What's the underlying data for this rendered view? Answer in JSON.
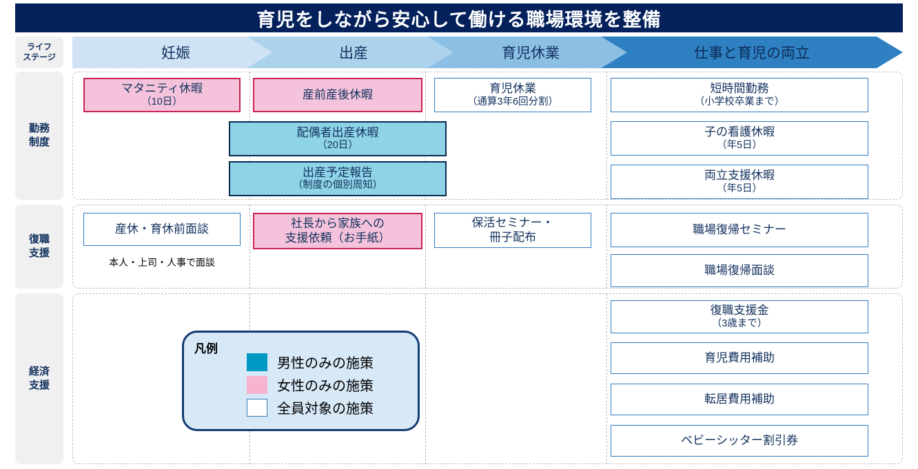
{
  "title": "育児をしながら安心して働ける職場環境を整備",
  "lifestage": {
    "label": "ライフ\nステージ",
    "label_line1": "ライフ",
    "label_line2": "ステージ",
    "stages": [
      {
        "name": "妊娠",
        "color": "#CFE3F4"
      },
      {
        "name": "出産",
        "color": "#ADD2EC"
      },
      {
        "name": "育児休業",
        "color": "#8BBFE4"
      },
      {
        "name": "仕事と育児の両立",
        "color": "#2E80C2"
      }
    ]
  },
  "rows": [
    {
      "label_line1": "勤務",
      "label_line2": "制度",
      "items": [
        {
          "line1": "マタニティ休暇",
          "line2": "（10日）",
          "type": "pink"
        },
        {
          "line1": "産前産後休暇",
          "line2": "",
          "type": "pink"
        },
        {
          "line1": "育児休業",
          "line2": "（通算3年6回分割）",
          "type": "white"
        },
        {
          "line1": "短時間勤務",
          "line2": "（小学校卒業まで）",
          "type": "white"
        },
        {
          "line1": "配偶者出産休暇",
          "line2": "（20日）",
          "type": "blue"
        },
        {
          "line1": "子の看護休暇",
          "line2": "（年5日）",
          "type": "white"
        },
        {
          "line1": "出産予定報告",
          "line2": "（制度の個別周知）",
          "type": "blue"
        },
        {
          "line1": "両立支援休暇",
          "line2": "（年5日）",
          "type": "white"
        }
      ]
    },
    {
      "label_line1": "復職",
      "label_line2": "支援",
      "items": [
        {
          "line1": "産休・育休前面談",
          "line2": "",
          "type": "white"
        },
        {
          "line1": "社長から家族への",
          "line2": "支援依頼（お手紙）",
          "type": "pink"
        },
        {
          "line1": "保活セミナー・",
          "line2": "冊子配布",
          "type": "white"
        },
        {
          "line1": "職場復帰セミナー",
          "line2": "",
          "type": "white"
        },
        {
          "line1": "職場復帰面談",
          "line2": "",
          "type": "white"
        }
      ],
      "note": "本人・上司・人事で面談"
    },
    {
      "label_line1": "経済",
      "label_line2": "支援",
      "items": [
        {
          "line1": "復職支援金",
          "line2": "（3歳まで）",
          "type": "white"
        },
        {
          "line1": "育児費用補助",
          "line2": "",
          "type": "white"
        },
        {
          "line1": "転居費用補助",
          "line2": "",
          "type": "white"
        },
        {
          "line1": "ベビーシッター割引券",
          "line2": "",
          "type": "white"
        }
      ]
    }
  ],
  "legend": {
    "title": "凡例",
    "entries": [
      {
        "label": "男性のみの施策",
        "swatch": "#0099C4",
        "border": "#0099C4"
      },
      {
        "label": "女性のみの施策",
        "swatch": "#F7B3D0",
        "border": "#F7B3D0"
      },
      {
        "label": "全員対象の施策",
        "swatch": "#FFFFFF",
        "border": "#2E79BF"
      }
    ]
  }
}
